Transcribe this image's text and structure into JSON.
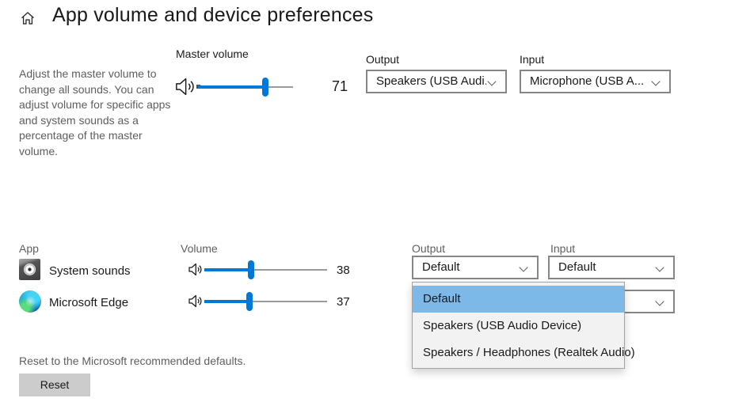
{
  "header": {
    "title": "App volume and device preferences"
  },
  "description": {
    "text": "Adjust the master volume to change all sounds. You can adjust volume for specific apps and system sounds as a percentage of the master volume."
  },
  "master": {
    "label": "Master volume",
    "value": 71,
    "output_label": "Output",
    "output_value": "Speakers (USB Audi...",
    "input_label": "Input",
    "input_value": "Microphone (USB A..."
  },
  "apps": {
    "col_app": "App",
    "col_volume": "Volume",
    "col_output": "Output",
    "col_input": "Input",
    "rows": [
      {
        "name": "System sounds",
        "volume": 38,
        "output": "Default",
        "input": "Default"
      },
      {
        "name": "Microsoft Edge",
        "volume": 37
      }
    ]
  },
  "menu": {
    "items": [
      "Default",
      "Speakers (USB Audio Device)",
      "Speakers / Headphones (Realtek Audio)"
    ],
    "selected_index": 0
  },
  "footer": {
    "reset_text": "Reset to the Microsoft recommended defaults.",
    "reset_button": "Reset"
  },
  "colors": {
    "accent": "#0078d7",
    "menu_highlight": "#7cb9e8",
    "menu_background": "#f2f2f2",
    "button_background": "#cccccc"
  }
}
